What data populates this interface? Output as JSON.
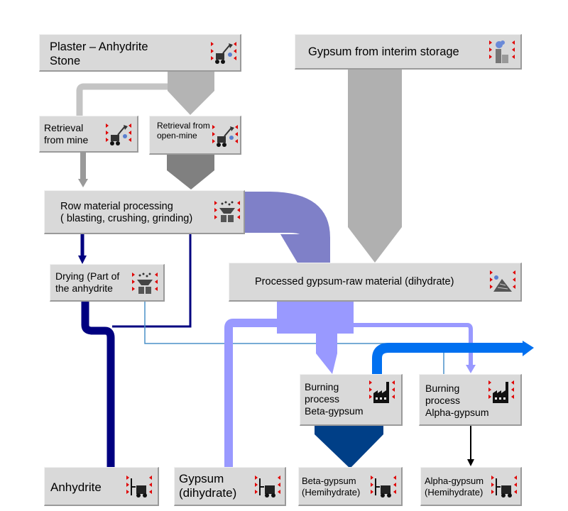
{
  "nodes": {
    "plaster": {
      "label": "Plaster – Anhydrite\nStone",
      "icon": "mining-machinery-icon"
    },
    "gypsum_storage": {
      "label": "Gypsum from interim storage",
      "icon": "storage-silo-icon"
    },
    "retrieval_mine": {
      "label": "Retrieval\nfrom mine",
      "icon": "mining-machinery-icon"
    },
    "retrieval_open": {
      "label": "Retrieval from\nopen-mine",
      "icon": "mining-machinery-icon"
    },
    "row_material": {
      "label": "Row material processing\n( blasting, crushing, grinding)",
      "icon": "crusher-icon"
    },
    "drying": {
      "label": "Drying (Part of\nthe anhydrite",
      "icon": "crusher-icon"
    },
    "processed": {
      "label": "Processed gypsum-raw material (dihydrate)",
      "icon": "raw-material-pile-icon"
    },
    "burning_beta": {
      "label": "Burning\nprocess\nBeta-gypsum",
      "icon": "factory-icon"
    },
    "burning_alpha": {
      "label": "Burning\nprocess\nAlpha-gypsum",
      "icon": "factory-icon"
    },
    "anhydrite": {
      "label": "Anhydrite",
      "icon": "forklift-icon"
    },
    "gypsum_dihydrate": {
      "label": "Gypsum\n(dihydrate)",
      "icon": "forklift-icon"
    },
    "beta_hemi": {
      "label": "Beta-gypsum\n(Hemihydrate)",
      "icon": "forklift-icon"
    },
    "alpha_hemi": {
      "label": "Alpha-gypsum\n(Hemihydrate)",
      "icon": "forklift-icon"
    }
  },
  "colors": {
    "box_fill": "#d9d9d9",
    "flow_light_gray": "#c0c0c0",
    "flow_mid_gray": "#a8a8a8",
    "flow_dark_gray": "#7f7f7f",
    "flow_periwinkle": "#7f80c8",
    "flow_light_blue": "#9999ff",
    "flow_navy": "#000080",
    "flow_dark_blue": "#003f87",
    "flow_bright_blue": "#0070f0",
    "flow_thin_blue": "#4a90c8",
    "icon_marker_red": "#e00000"
  }
}
